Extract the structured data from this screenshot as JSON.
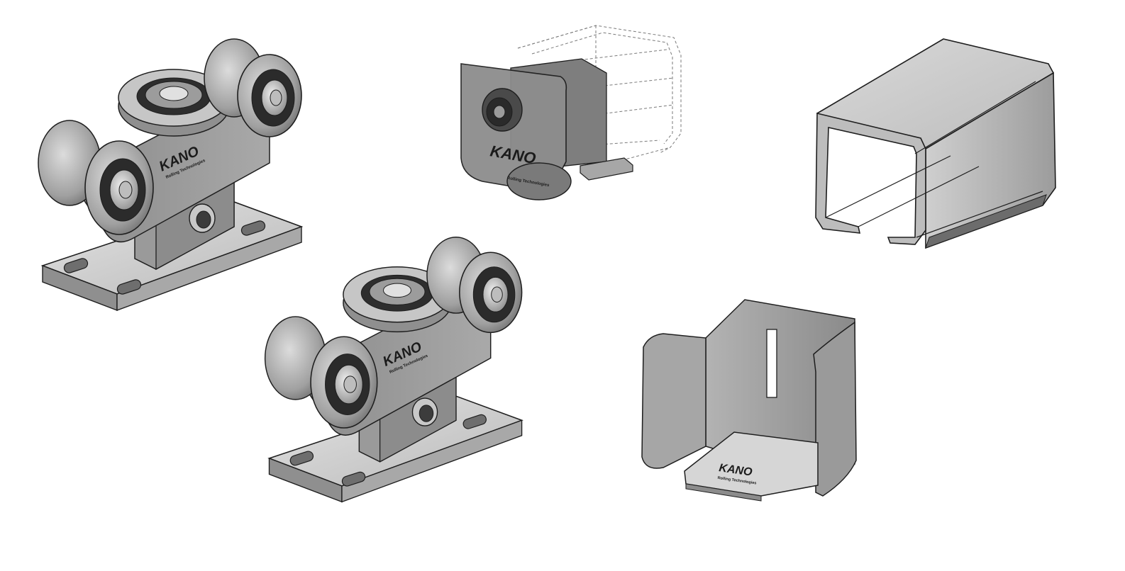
{
  "branding": {
    "logo_text": "KANO",
    "logo_tagline": "Rolling Technologies"
  },
  "colors": {
    "background": "#ffffff",
    "metal_light": "#d4d4d4",
    "metal_mid": "#a3a3a3",
    "metal_dark": "#6e6e6e",
    "metal_shadow": "#3c3c3c",
    "edge_highlight": "#eeeeee",
    "outline": "#1e1e1e",
    "ghost_line": "#7a7a7a"
  },
  "parts": [
    {
      "id": "roller-carriage-large",
      "kind": "roller-carriage"
    },
    {
      "id": "roller-carriage-small",
      "kind": "roller-carriage"
    },
    {
      "id": "end-cap-roller",
      "kind": "end-stop"
    },
    {
      "id": "gate-rail-profile",
      "kind": "rail"
    },
    {
      "id": "rail-bracket",
      "kind": "catcher-bracket"
    }
  ]
}
